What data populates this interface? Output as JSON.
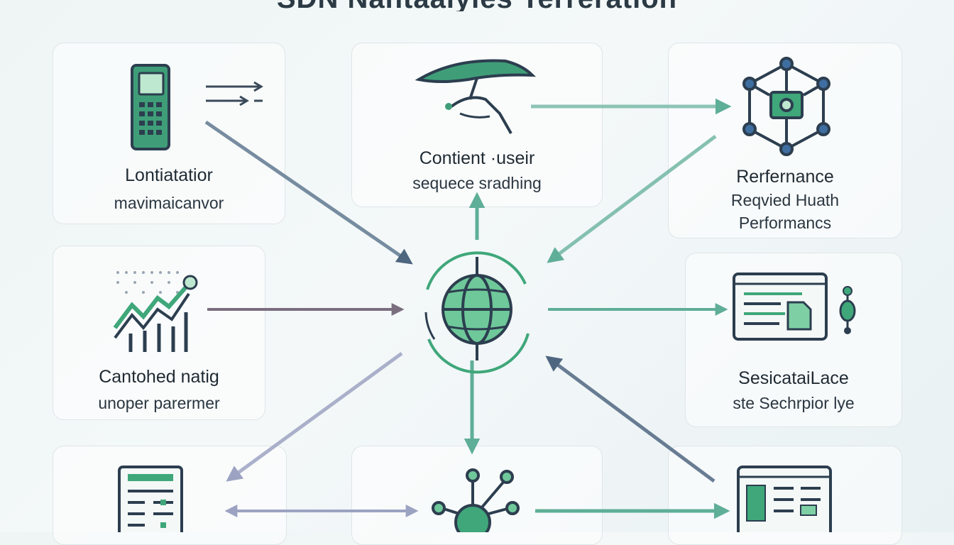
{
  "title": "SDN Nantaalyles Terreration",
  "nodes": [
    {
      "id": "top-left",
      "icon": "calculator-icon",
      "title": "Lontiatatior",
      "lines": [
        "mavimaicanvor"
      ]
    },
    {
      "id": "top-center",
      "icon": "hand-umbrella-icon",
      "title": "Contient ·useir",
      "lines": [
        "sequece sradhing"
      ]
    },
    {
      "id": "top-right",
      "icon": "network-cube-icon",
      "title": "Rerfernance",
      "lines": [
        "Reqvied Huath",
        "Performancs"
      ]
    },
    {
      "id": "middle-left",
      "icon": "line-chart-icon",
      "title": "Cantohed natig",
      "lines": [
        "unoper parermer"
      ]
    },
    {
      "id": "middle-right",
      "icon": "document-browser-icon",
      "title": "SesicataiLace",
      "lines": [
        "ste Sechrpior lye"
      ]
    },
    {
      "id": "bottom-left",
      "icon": "document-list-icon",
      "title": "",
      "lines": []
    },
    {
      "id": "bottom-center",
      "icon": "hub-node-icon",
      "title": "",
      "lines": []
    },
    {
      "id": "bottom-right",
      "icon": "dashboard-screen-icon",
      "title": "",
      "lines": []
    }
  ],
  "hub": {
    "icon": "globe-icon"
  },
  "colors": {
    "green": "#3fa77a",
    "slate": "#4f6680",
    "teal": "#5fae97",
    "card_border": "#dfe6e8"
  }
}
